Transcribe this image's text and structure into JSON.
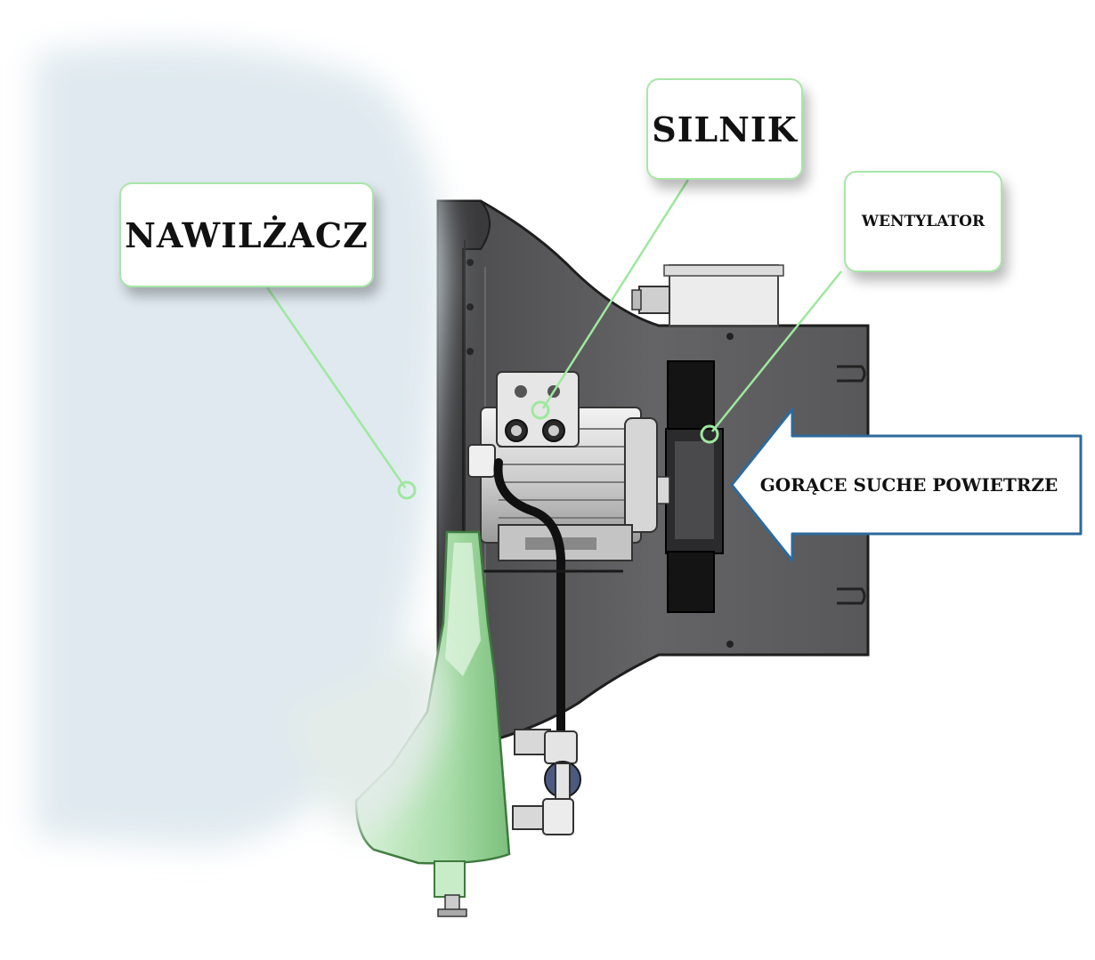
{
  "labels": {
    "humidifier": "NAWILŻACZ",
    "motor": "SILNIK",
    "fan": "WENTYLATOR",
    "hot_dry_air": "GORĄCE SUCHE POWIETRZE"
  },
  "colors": {
    "housing": "#5e5e60",
    "housing_dark": "#3a3a3c",
    "tank_green": "#a8dca8",
    "leader_green": "#9ee89e",
    "arrow_border": "#2d6a9c",
    "mist": "#dde8ee"
  }
}
